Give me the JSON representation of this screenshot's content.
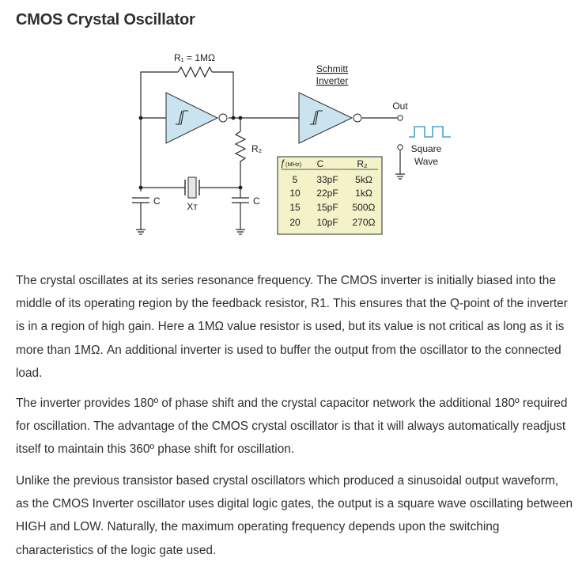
{
  "title": "CMOS Crystal Oscillator",
  "diagram": {
    "r1_label": "R₁ = 1MΩ",
    "schmitt_line1": "Schmitt",
    "schmitt_line2": "Inverter",
    "out_label": "Out",
    "square_line1": "Square",
    "square_line2": "Wave",
    "r2_label": "R₂",
    "c_label": "C",
    "xt_label": "Xᴛ",
    "table": {
      "headers": [
        "ƒ",
        "(MHz)",
        "C",
        "R₂"
      ],
      "rows": [
        [
          "5",
          "33pF",
          "5kΩ"
        ],
        [
          "10",
          "22pF",
          "1kΩ"
        ],
        [
          "15",
          "15pF",
          "500Ω"
        ],
        [
          "20",
          "10pF",
          "270Ω"
        ]
      ]
    }
  },
  "paragraphs": [
    "The crystal oscillates at its series resonance frequency. The CMOS inverter is initially biased into the middle of its operating region by the feedback resistor, R1. This ensures that the Q-point of the inverter is in a region of high gain. Here a 1MΩ value resistor is used, but its value is not critical as long as it is more than 1MΩ. An additional inverter is used to buffer the output from the oscillator to the connected load.",
    "The inverter provides 180º of phase shift and the crystal capacitor network the additional 180º required for oscillation. The advantage of the CMOS crystal oscillator is that it will always automatically readjust itself to maintain this 360º phase shift for oscillation.",
    "Unlike the previous transistor based crystal oscillators which produced a sinusoidal output waveform, as the CMOS Inverter oscillator uses digital logic gates, the output is a square wave oscillating between HIGH and LOW. Naturally, the maximum operating frequency depends upon the switching characteristics of the logic gate used."
  ]
}
